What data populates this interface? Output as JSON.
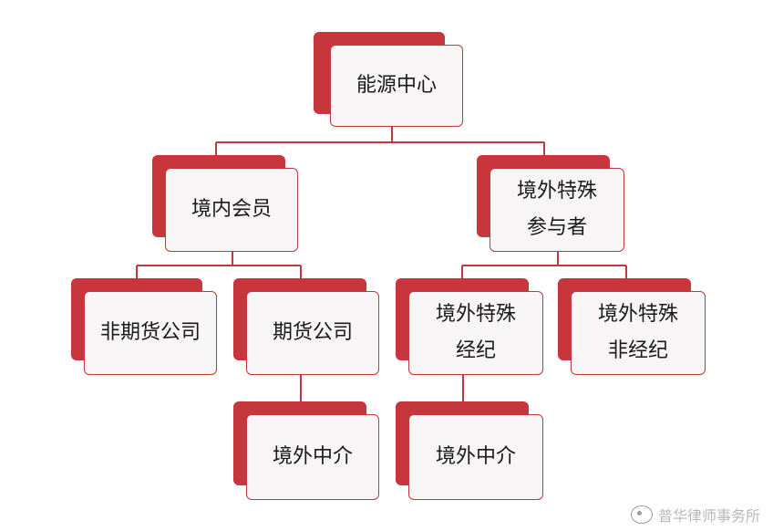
{
  "org_chart": {
    "root": {
      "label": "能源中心"
    },
    "domestic_member": {
      "label": "境内会员"
    },
    "overseas_special_participant": {
      "line1": "境外特殊",
      "line2": "参与者"
    },
    "non_futures_company": {
      "label": "非期货公司"
    },
    "futures_company": {
      "label": "期货公司"
    },
    "overseas_special_broker": {
      "line1": "境外特殊",
      "line2": "经纪"
    },
    "overseas_special_non_broker": {
      "line1": "境外特殊",
      "line2": "非经纪"
    },
    "overseas_intermediary_left": {
      "label": "境外中介"
    },
    "overseas_intermediary_right": {
      "label": "境外中介"
    }
  },
  "colors": {
    "accent_red": "#c8363d",
    "card_fill": "#f7f5f5",
    "text": "#1a1a1a"
  },
  "watermark": {
    "icon": "weibo-logo-icon",
    "text": "普华律师事务所"
  }
}
